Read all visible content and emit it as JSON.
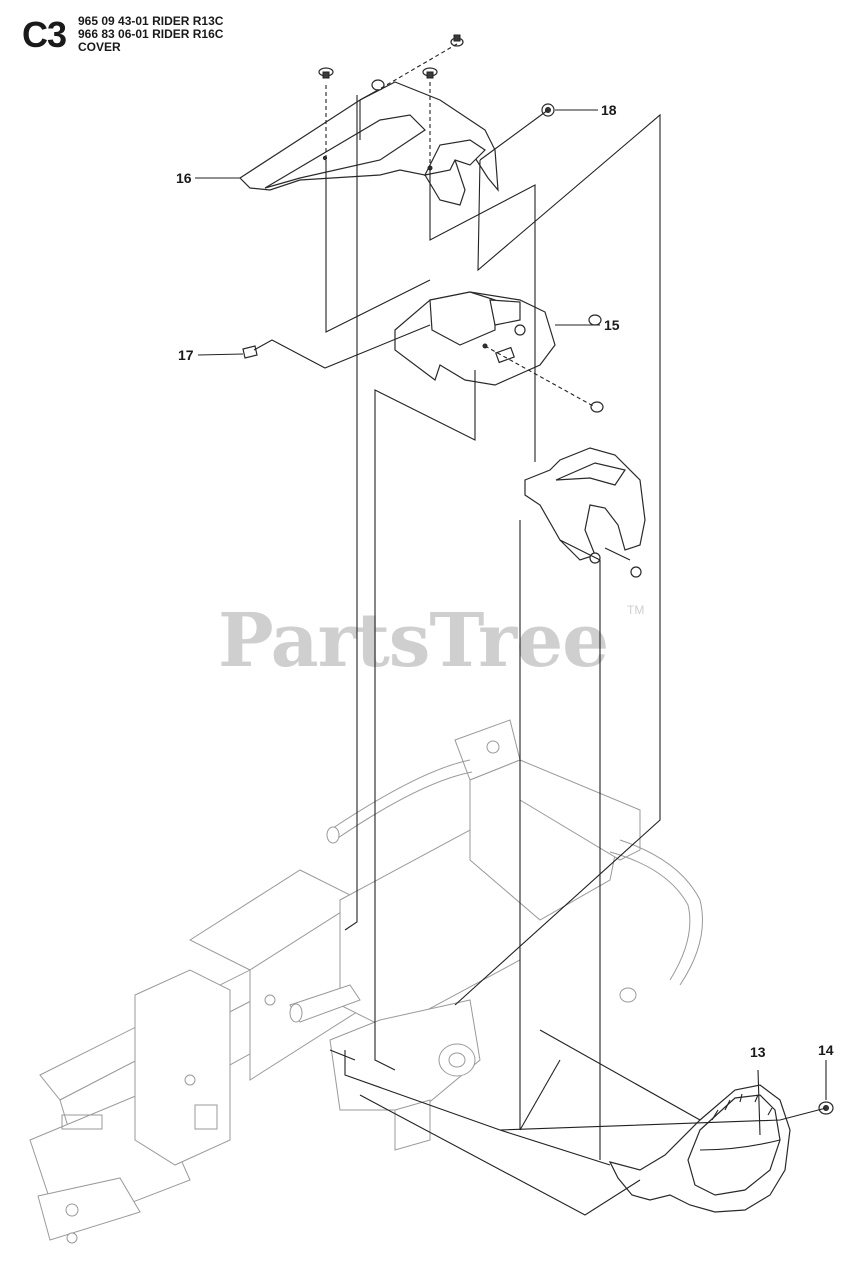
{
  "header": {
    "section_code": "C3",
    "lines": [
      "965 09 43-01 RIDER R13C",
      "966 83 06-01 RIDER R16C",
      "COVER"
    ]
  },
  "callouts": [
    {
      "id": "13",
      "label": "13"
    },
    {
      "id": "14",
      "label": "14"
    },
    {
      "id": "15",
      "label": "15"
    },
    {
      "id": "16",
      "label": "16"
    },
    {
      "id": "17",
      "label": "17"
    },
    {
      "id": "18",
      "label": "18"
    }
  ],
  "watermark": {
    "text": "PartsTree",
    "tm": "TM"
  }
}
